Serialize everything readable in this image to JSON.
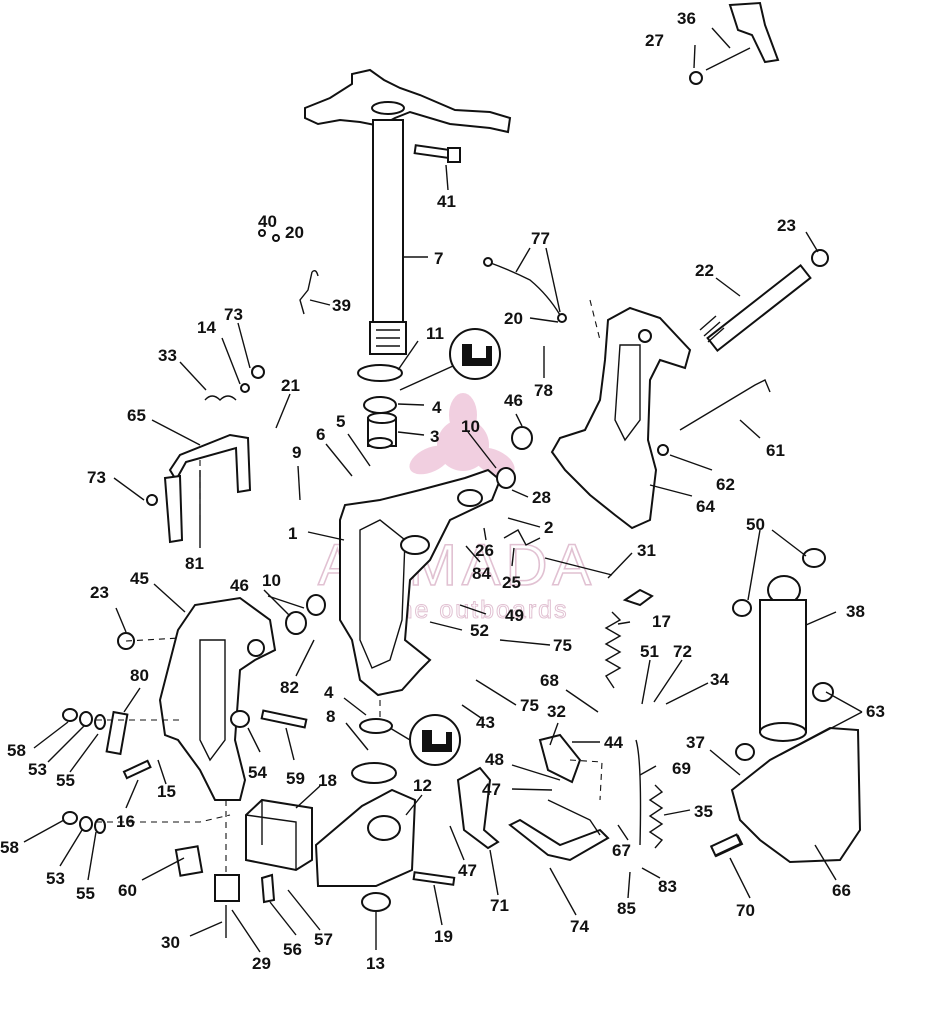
{
  "watermark": {
    "brand": "ARMADA",
    "tagline": "marine outboards",
    "color": "#e2a4c4"
  },
  "callouts": [
    "36",
    "27",
    "41",
    "7",
    "40",
    "20",
    "39",
    "77",
    "23",
    "22",
    "20",
    "78",
    "73",
    "14",
    "33",
    "11",
    "4",
    "3",
    "21",
    "65",
    "6",
    "5",
    "10",
    "46",
    "9",
    "73",
    "28",
    "2",
    "81",
    "1",
    "26",
    "84",
    "25",
    "31",
    "61",
    "62",
    "64",
    "50",
    "23",
    "45",
    "10",
    "46",
    "49",
    "52",
    "75",
    "17",
    "38",
    "80",
    "82",
    "51",
    "72",
    "34",
    "4",
    "68",
    "75",
    "43",
    "8",
    "58",
    "53",
    "55",
    "54",
    "59",
    "32",
    "44",
    "63",
    "37",
    "48",
    "69",
    "47",
    "16",
    "15",
    "18",
    "12",
    "35",
    "58",
    "53",
    "55",
    "47",
    "67",
    "60",
    "71",
    "74",
    "83",
    "85",
    "70",
    "66",
    "30",
    "29",
    "56",
    "57",
    "19",
    "13"
  ]
}
